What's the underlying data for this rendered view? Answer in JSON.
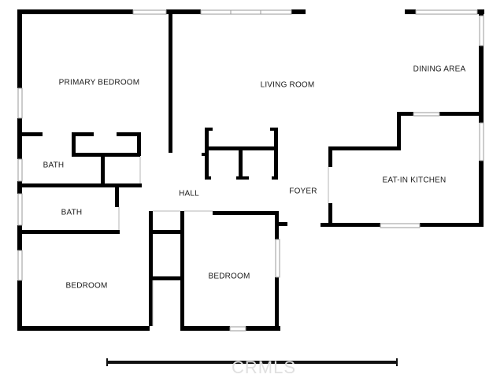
{
  "rooms": {
    "primary_bedroom": "PRIMARY BEDROOM",
    "living_room": "LIVING ROOM",
    "dining_area": "DINING AREA",
    "bath_1": "BATH",
    "bath_2": "BATH",
    "hall": "HALL",
    "foyer": "FOYER",
    "eat_in_kitchen": "EAT-IN KITCHEN",
    "bedroom_1": "BEDROOM",
    "bedroom_2": "BEDROOM"
  },
  "watermark": "CRMLS",
  "colors": {
    "wall": "#000000",
    "window": "#9a9a9a",
    "background": "#ffffff"
  }
}
